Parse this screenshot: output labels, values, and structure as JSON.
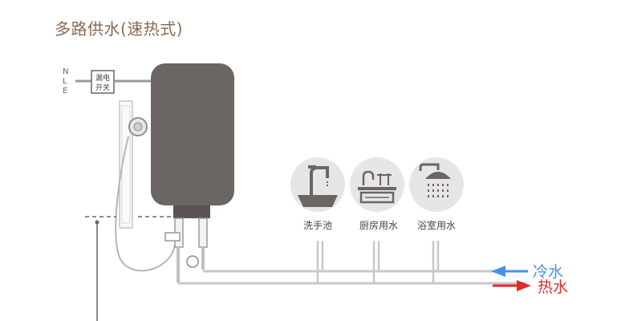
{
  "title": "多路供水(速热式)",
  "power_terminals": [
    "N",
    "L",
    "E"
  ],
  "leakage_switch": [
    "漏电",
    "开关"
  ],
  "fixtures": [
    {
      "label": "洗手池",
      "icon": "sink-faucet-icon"
    },
    {
      "label": "厨房用水",
      "icon": "kitchen-sink-icon"
    },
    {
      "label": "浴室用水",
      "icon": "shower-head-icon"
    }
  ],
  "cold_water_label": "冷水",
  "hot_water_label": "热水",
  "colors": {
    "title": "#8b6a4f",
    "heater": "#6b6564",
    "pipe": "#bfbfbf",
    "fixture_bg": "#e6e6e6",
    "cold": "#4a90e2",
    "hot": "#e02b2b"
  }
}
